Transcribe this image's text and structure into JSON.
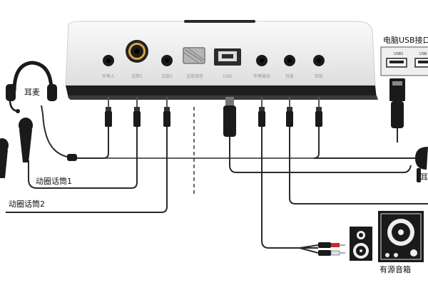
{
  "device": {
    "ports": [
      {
        "id": "jack-1",
        "label": "伴奏入"
      },
      {
        "id": "jack-combo",
        "label": "话筒1"
      },
      {
        "id": "jack-3",
        "label": "话筒2"
      },
      {
        "id": "knob",
        "label": "话筒调音"
      },
      {
        "id": "usb-b",
        "label": "USB"
      },
      {
        "id": "jack-6",
        "label": "伴奏输出"
      },
      {
        "id": "jack-7",
        "label": "耳麦"
      },
      {
        "id": "jack-8",
        "label": "耳机"
      }
    ]
  },
  "labels": {
    "headset": "耳麦",
    "mic1": "动圈话筒1",
    "mic2": "动圈话筒2",
    "usb_computer": "电脑USB接口",
    "usb1": "USB1",
    "usb2": "USB",
    "earphone": "耳",
    "speakers": "有源音箱"
  },
  "colors": {
    "cable": "#2a2a2a",
    "device_body": "#efefef",
    "device_edge": "#1e1e1e",
    "label_gray": "#9a9a9a",
    "dashed_line": "#333333"
  }
}
